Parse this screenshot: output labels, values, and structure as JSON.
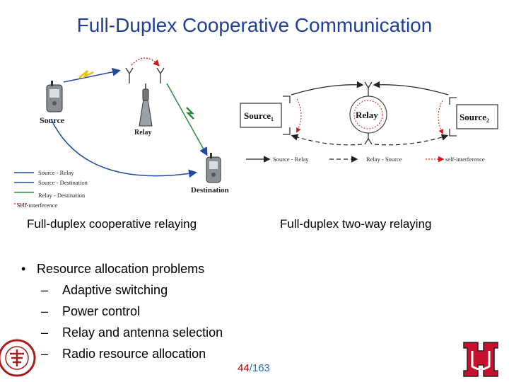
{
  "title": "Full-Duplex Cooperative Communication",
  "left_diagram": {
    "source_label": "Source",
    "relay_label": "Relay",
    "destination_label": "Destination",
    "legend": [
      "Source - Relay",
      "Source - Destination",
      "Relay - Destination",
      "Self-interference"
    ],
    "caption": "Full-duplex cooperative relaying"
  },
  "right_diagram": {
    "source1_label": "Source",
    "source1_sub": "1",
    "relay_label": "Relay",
    "source2_label": "Source",
    "source2_sub": "2",
    "legend": [
      "Source - Relay",
      "Relay - Source",
      "self-interference"
    ],
    "caption": "Full-duplex two-way relaying"
  },
  "bullets": {
    "main": "Resource allocation problems",
    "items": [
      "Adaptive switching",
      "Power control",
      "Relay and antenna selection",
      "Radio resource allocation"
    ]
  },
  "page": {
    "current": "44",
    "separator": "/",
    "total": "163"
  },
  "colors": {
    "title": "#1f3f9a",
    "page_current": "#c00000",
    "page_total": "#1f6fc0",
    "logo_red": "#c8102e",
    "seal_red": "#a81c1c"
  },
  "logos": {
    "left_seal_icon": "peking-university-seal",
    "right_logo_icon": "university-of-houston-logo"
  }
}
